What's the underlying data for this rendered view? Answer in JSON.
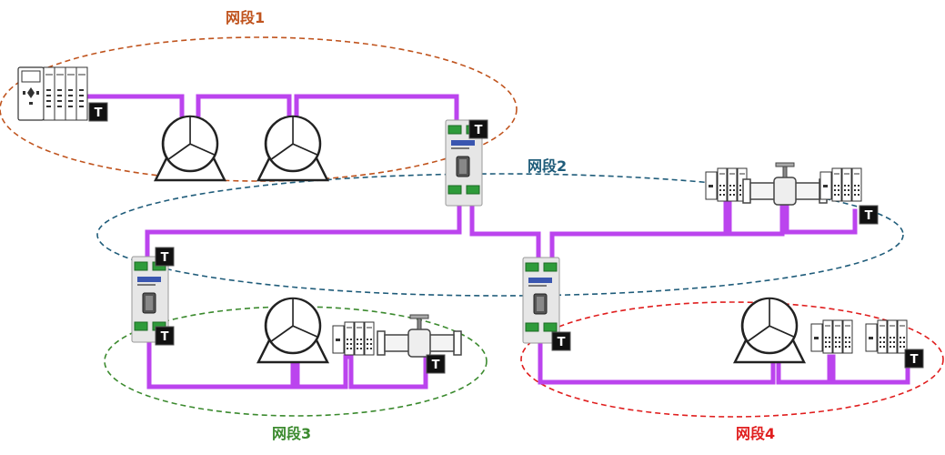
{
  "segments": [
    {
      "label": "网段1",
      "color": "#C0541E"
    },
    {
      "label": "网段2",
      "color": "#1F5C7A"
    },
    {
      "label": "网段3",
      "color": "#3B8A2E"
    },
    {
      "label": "网段4",
      "color": "#E01E1E"
    }
  ],
  "terminator_label": "T",
  "colors": {
    "bus": "#BB44EE",
    "terminator_bg": "#111111",
    "device_outline": "#333333"
  }
}
